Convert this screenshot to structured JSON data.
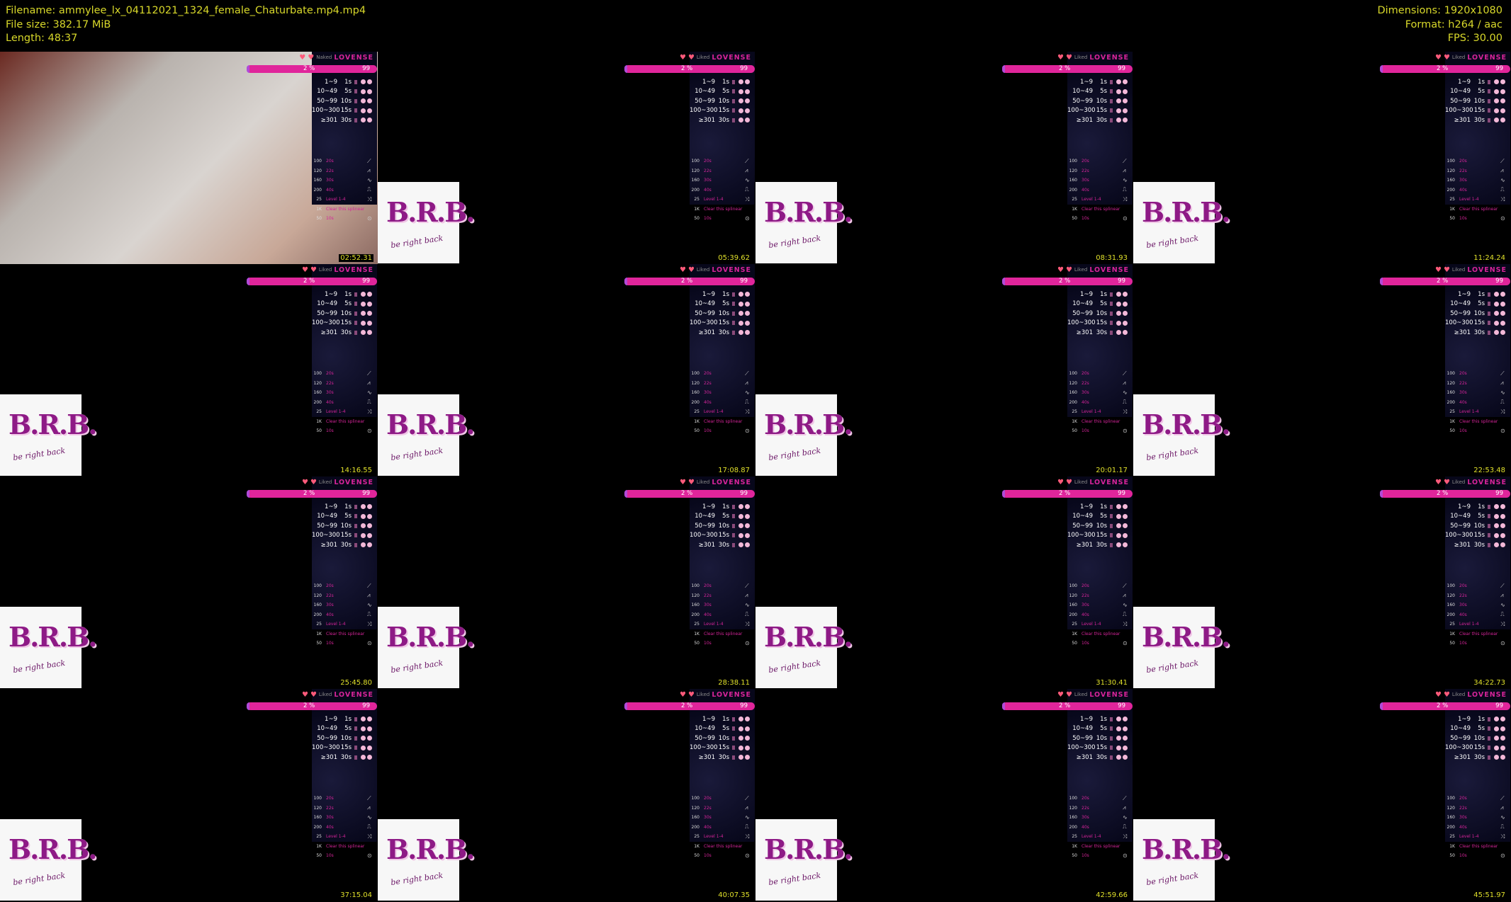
{
  "header": {
    "filename": "Filename: ammylee_lx_04112021_1324_female_Chaturbate.mp4.mp4",
    "file_size": "File size: 382.17 MiB",
    "length": "Length: 48:37",
    "dimensions": "Dimensions: 1920x1080",
    "format": "Format: h264 / aac",
    "fps": "FPS: 30.00"
  },
  "overlay": {
    "brand": "LOVENSE",
    "liked_label": "Liked",
    "first_label": "Naked",
    "progress_label": "2 %",
    "progress_value": 2,
    "goal": "99",
    "tips": [
      {
        "range": "1~9",
        "duration": "1s"
      },
      {
        "range": "10~49",
        "duration": "5s"
      },
      {
        "range": "50~99",
        "duration": "10s"
      },
      {
        "range": "100~300",
        "duration": "15s"
      },
      {
        "range": "≥301",
        "duration": "30s"
      }
    ],
    "actions": [
      {
        "tokens": "100",
        "name": "20s",
        "icon": "wave-ramp-icon",
        "glyph": "⟋"
      },
      {
        "tokens": "120",
        "name": "22s",
        "icon": "wave-zigzag-icon",
        "glyph": "⩘"
      },
      {
        "tokens": "160",
        "name": "30s",
        "icon": "wave-sine-icon",
        "glyph": "∿"
      },
      {
        "tokens": "200",
        "name": "40s",
        "icon": "wave-square-icon",
        "glyph": "⎍"
      },
      {
        "tokens": "25",
        "name": "Level 1-4",
        "icon": "shuffle-icon",
        "glyph": "⤨"
      },
      {
        "tokens": "1K",
        "name": "Clear this splinear",
        "icon": "",
        "glyph": ""
      },
      {
        "tokens": "50",
        "name": "10s",
        "icon": "target-icon",
        "glyph": "⊙"
      }
    ],
    "brb_title": "B.R.B.",
    "brb_subtitle": "be right back"
  },
  "frames": [
    {
      "time": "02:52.31",
      "live": true
    },
    {
      "time": "05:39.62"
    },
    {
      "time": "08:31.93"
    },
    {
      "time": "11:24.24"
    },
    {
      "time": "14:16.55"
    },
    {
      "time": "17:08.87"
    },
    {
      "time": "20:01.17"
    },
    {
      "time": "22:53.48"
    },
    {
      "time": "25:45.80"
    },
    {
      "time": "28:38.11"
    },
    {
      "time": "31:30.41"
    },
    {
      "time": "34:22.73"
    },
    {
      "time": "37:15.04"
    },
    {
      "time": "40:07.35"
    },
    {
      "time": "42:59.66"
    },
    {
      "time": "45:51.97"
    }
  ]
}
